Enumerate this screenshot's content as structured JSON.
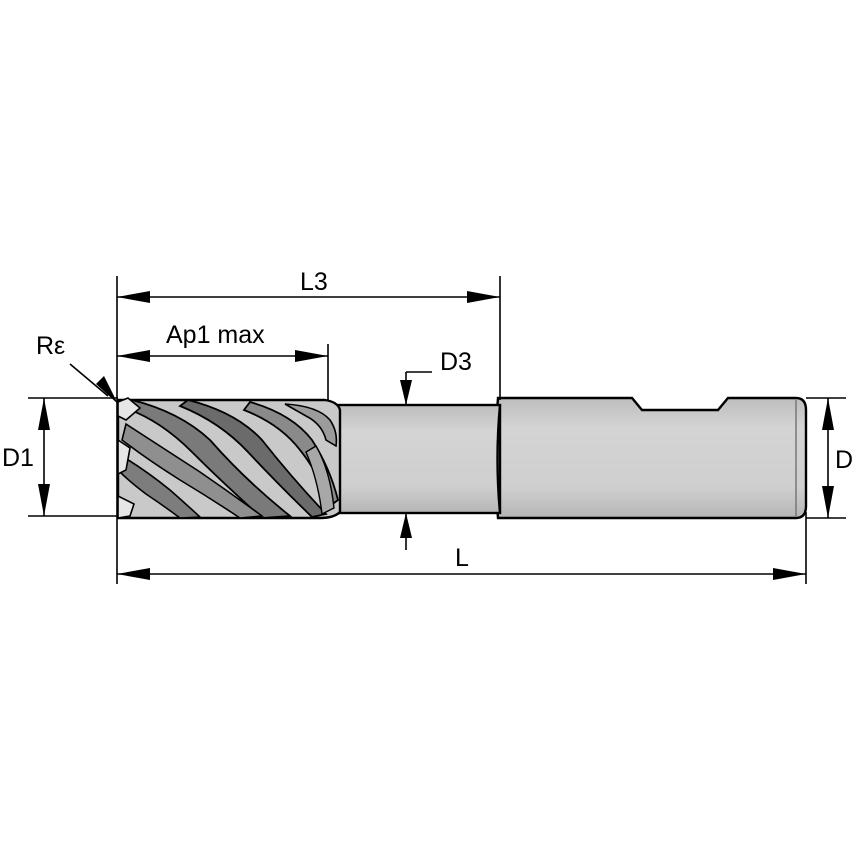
{
  "labels": {
    "L3": "L3",
    "Ap1max": "Ap1 max",
    "Re": "Rε",
    "D3": "D3",
    "D1": "D1",
    "D": "D",
    "L": "L"
  },
  "colors": {
    "body_fill": "#cfcfcf",
    "flute_dark": "#6f6f6f",
    "flute_mid": "#9a9a9a",
    "outline": "#000000"
  }
}
